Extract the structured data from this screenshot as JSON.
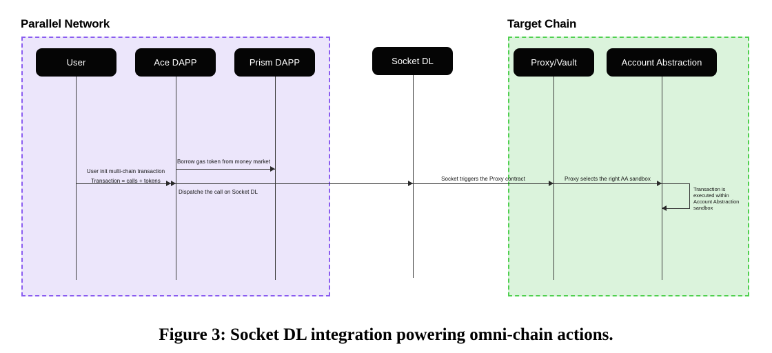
{
  "figure": {
    "caption": "Figure 3: Socket DL integration powering omni-chain actions.",
    "type": "sequence-diagram"
  },
  "groups": [
    {
      "id": "parallel-network",
      "title": "Parallel Network",
      "fill": "#ece6fb",
      "border": "#8a5cf0",
      "border_style": "dashed"
    },
    {
      "id": "target-chain",
      "title": "Target Chain",
      "fill": "#dbf3dc",
      "border": "#4fd04f",
      "border_style": "dashed"
    }
  ],
  "actors": [
    {
      "id": "user",
      "label": "User",
      "group": "parallel-network"
    },
    {
      "id": "ace-dapp",
      "label": "Ace DAPP",
      "group": "parallel-network"
    },
    {
      "id": "prism-dapp",
      "label": "Prism DAPP",
      "group": "parallel-network"
    },
    {
      "id": "socket-dl",
      "label": "Socket DL",
      "group": "none"
    },
    {
      "id": "proxy-vault",
      "label": "Proxy/Vault",
      "group": "target-chain"
    },
    {
      "id": "account-abstraction",
      "label": "Account Abstraction",
      "group": "target-chain"
    }
  ],
  "messages": [
    {
      "id": "borrow-gas",
      "label": "Borrow gas token from money market",
      "from": "ace-dapp",
      "to": "prism-dapp",
      "direction": "right"
    },
    {
      "id": "user-init",
      "label": "User init multi-chain transaction",
      "from": "user",
      "to": "ace-dapp",
      "direction": "right"
    },
    {
      "id": "transaction-def",
      "label": "Transaction = calls + tokens",
      "from": "user",
      "to": "ace-dapp",
      "direction": "right"
    },
    {
      "id": "dispatch-call",
      "label": "Dispatche the call on Socket DL",
      "from": "ace-dapp",
      "to": "socket-dl",
      "direction": "right"
    },
    {
      "id": "socket-triggers",
      "label": "Socket triggers the Proxy contract",
      "from": "socket-dl",
      "to": "proxy-vault",
      "direction": "right"
    },
    {
      "id": "proxy-selects",
      "label": "Proxy selects the right AA sandbox",
      "from": "proxy-vault",
      "to": "account-abstraction",
      "direction": "right"
    }
  ],
  "notes": [
    {
      "id": "aa-sandbox-note",
      "actor": "account-abstraction",
      "type": "self-loop",
      "lines": [
        "Transaction is",
        "executed within",
        "Account Abstraction",
        "sandbox"
      ]
    }
  ],
  "colors": {
    "actor_fill": "#050505",
    "actor_text": "#ffffff",
    "line": "#3a3a3a",
    "canvas": "#ffffff"
  }
}
